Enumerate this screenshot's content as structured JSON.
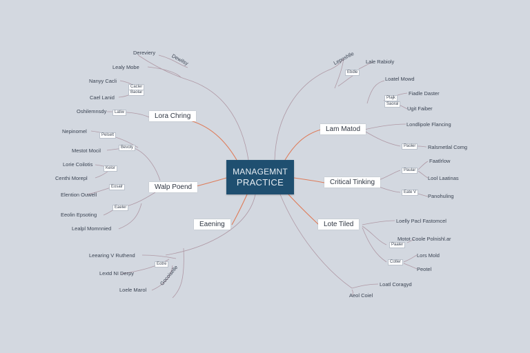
{
  "center": {
    "line1": "MANAGEMNT",
    "line2": "PRACTICE"
  },
  "branches": {
    "left_top": "Lora Chring",
    "left_mid": "Walp Poend",
    "left_bottom": "Eaening",
    "right_top": "Lam Matod",
    "right_mid": "Critical Tinking",
    "right_bottom": "Lote Tiled"
  },
  "leaves": {
    "lt1": "Dereviery",
    "lt2": "Dewilsy",
    "lt3": "Lealy Mobe",
    "lt4": "Nanyy Cacli",
    "lt5": "Cael Lanid",
    "lt6": "Oshilemnsdy",
    "lm1": "Nepinomel",
    "lm2": "Mestot Mocil",
    "lm3": "Lorie Coilotis",
    "lm4": "Centhi Morepl",
    "lm5": "Elention Ouwell",
    "lm6": "Eeolin Epsoting",
    "lm7": "Lealpl Momnnied",
    "lb1": "Leearing V Ruthend",
    "lb2": "Lextd NI Derpy",
    "lb3": "Loele Marol",
    "lb4": "Gocoiselle",
    "rt1": "Leposhlle",
    "rt2": "Lale Rabioly",
    "rt3": "Loatel Mowd",
    "rt4": "Fiadle Daster",
    "rt5": "Ugit Faiber",
    "rt6": "Londlipole Flancing",
    "rt7": "Ralsmetlal Comg",
    "rm1": "Faatlrlow",
    "rm2": "Lool Laatinas",
    "rm3": "Panohuling",
    "rb1": "Loelly Pacl Fastomcel",
    "rb2": "Motot Coole Polnishl.ar",
    "rb3": "Lors Mold",
    "rb4": "Peotel",
    "rb5": "Loatl Coragyd",
    "rb6": "Aeol Coiel"
  },
  "tags": {
    "lt_a": "Cacler",
    "lt_b": "Baolar",
    "lt_c": "Latiw",
    "lm_a": "Pelselt",
    "lm_b": "Bevoly",
    "lm_c": "Kelor",
    "lm_d": "Eosalr",
    "lm_e": "Eaeler",
    "lb_a": "Eotre",
    "rt_a": "Ebdle",
    "rt_b": "Plajk",
    "rt_c": "Saoral",
    "rt_d": "Paoler",
    "rm_a": "Paular",
    "rm_b": "Eate V",
    "rb_a": "Paaler",
    "rb_b": "Cotler"
  },
  "colors": {
    "background": "#d3d8e0",
    "center_fill": "#1f4f70",
    "main_edge": "#e0714a",
    "thin_edge": "#a98d9a"
  }
}
